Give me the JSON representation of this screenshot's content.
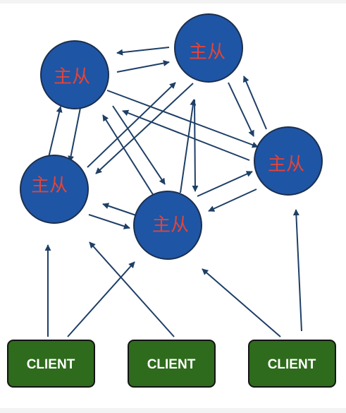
{
  "colors": {
    "node_fill": "#1f55a5",
    "node_stroke": "#1a2f4f",
    "node_text": "#e0453a",
    "client_fill": "#2e6b1c",
    "client_stroke": "#141414",
    "client_text": "#ffffff",
    "arrow": "#1e3f66"
  },
  "nodes": [
    {
      "id": "n-top-left",
      "label": "主从"
    },
    {
      "id": "n-top-right",
      "label": "主从"
    },
    {
      "id": "n-mid-left",
      "label": "主从"
    },
    {
      "id": "n-center",
      "label": "主从"
    },
    {
      "id": "n-right",
      "label": "主从"
    }
  ],
  "clients": [
    {
      "id": "client-left",
      "label": "CLIENT"
    },
    {
      "id": "client-middle",
      "label": "CLIENT"
    },
    {
      "id": "client-right",
      "label": "CLIENT"
    }
  ]
}
